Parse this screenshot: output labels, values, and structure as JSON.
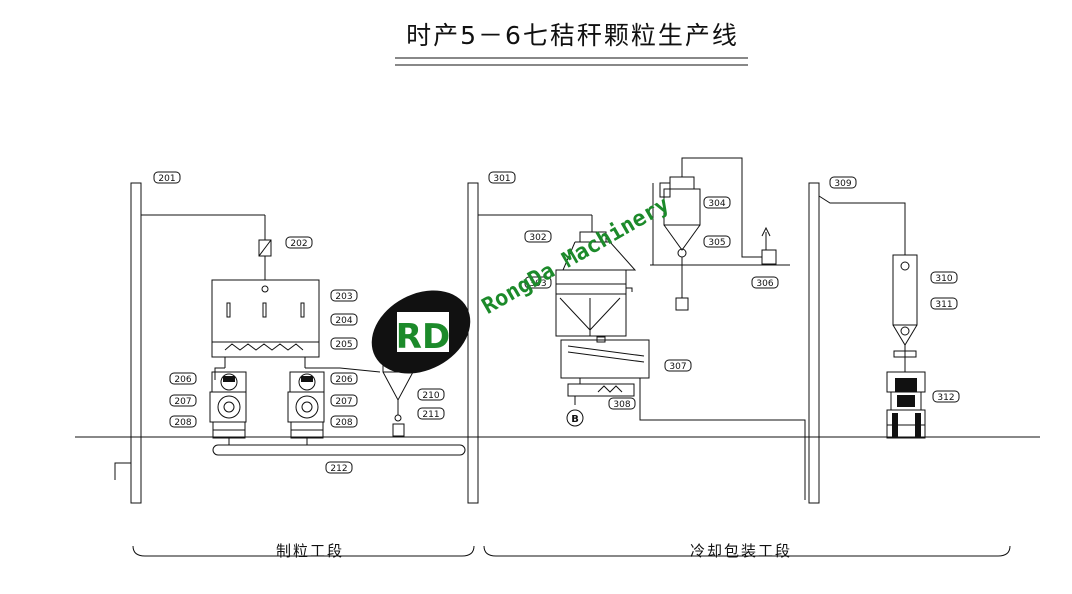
{
  "title": "时产5－6七秸秆颗粒生产线",
  "watermark": "RongDa Machinery",
  "logo_text": "RD",
  "sections": [
    {
      "label": "制粒工段"
    },
    {
      "label": "冷却包装工段"
    }
  ],
  "tags": {
    "t201": "201",
    "t202": "202",
    "t203": "203",
    "t204": "204",
    "t205": "205",
    "t206a": "206",
    "t207a": "207",
    "t208a": "208",
    "t206b": "206",
    "t207b": "207",
    "t208b": "208",
    "t210": "210",
    "t211": "211",
    "t212": "212",
    "t301": "301",
    "t302": "302",
    "t303": "303",
    "t304": "304",
    "t305": "305",
    "t306": "306",
    "t307": "307",
    "t308": "308",
    "t309": "309",
    "t310": "310",
    "t311": "311",
    "t312": "312"
  },
  "marker_b": "B"
}
